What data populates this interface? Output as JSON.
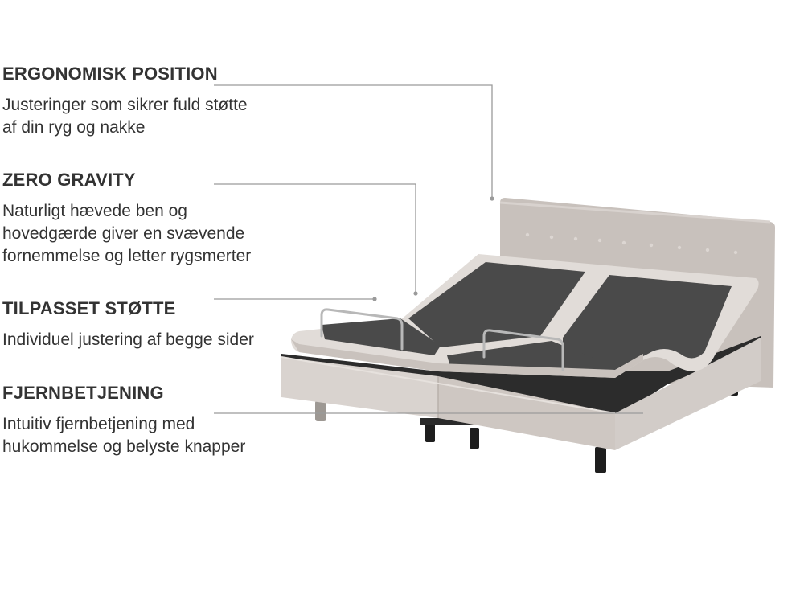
{
  "features": [
    {
      "title": "ERGONOMISK POSITION",
      "lines": [
        "Justeringer som sikrer fuld støtte",
        "af din ryg og nakke"
      ]
    },
    {
      "title": "ZERO GRAVITY",
      "lines": [
        "Naturligt hævede ben og",
        "hovedgærde giver en svævende",
        "fornemmelse og letter rygsmerter"
      ]
    },
    {
      "title": "TILPASSET STØTTE",
      "lines": [
        "Individuel justering af begge sider"
      ]
    },
    {
      "title": "FJERNBETJENING",
      "lines": [
        "Intuitiv fjernbetjening med",
        "hukommelse og belyste knapper"
      ]
    }
  ],
  "colors": {
    "text": "#333333",
    "leader_line": "#9a9a9a",
    "fabric": "#d9d3cf",
    "fabric_shadow": "#bdb5b0",
    "headboard": "#c8c1bc",
    "deck": "#4a4a4a",
    "legs": "#1e1e1e",
    "rails": "#b8b8b8"
  }
}
